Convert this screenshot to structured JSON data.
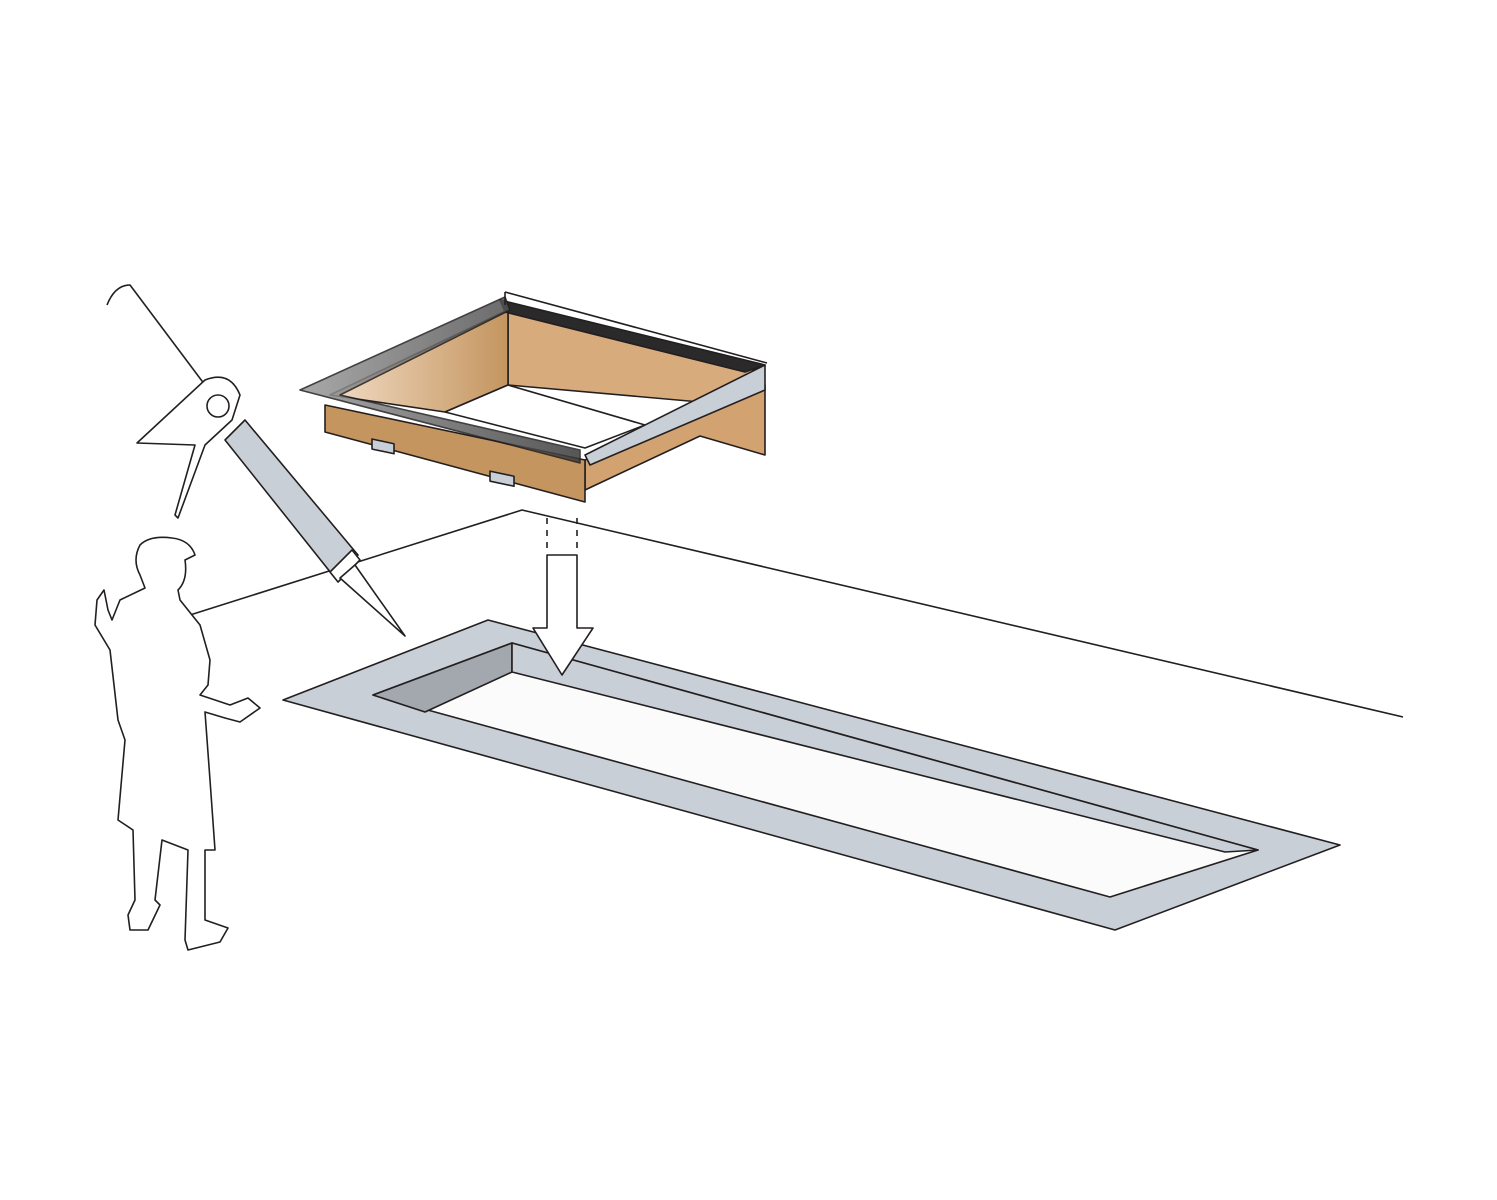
{
  "figure": {
    "colors": {
      "flashing": "#c8cfd6",
      "inner_wall": "#a2a8ae",
      "opening": "#fbfbfb",
      "wood_light": "#d8ab7c",
      "wood_dark": "#c4955f",
      "gasket": "#2a2a2a",
      "outline": "#231f20"
    },
    "icons": [
      "caulk-gun",
      "person",
      "down-arrow",
      "skylight-curb",
      "roof-opening"
    ]
  }
}
